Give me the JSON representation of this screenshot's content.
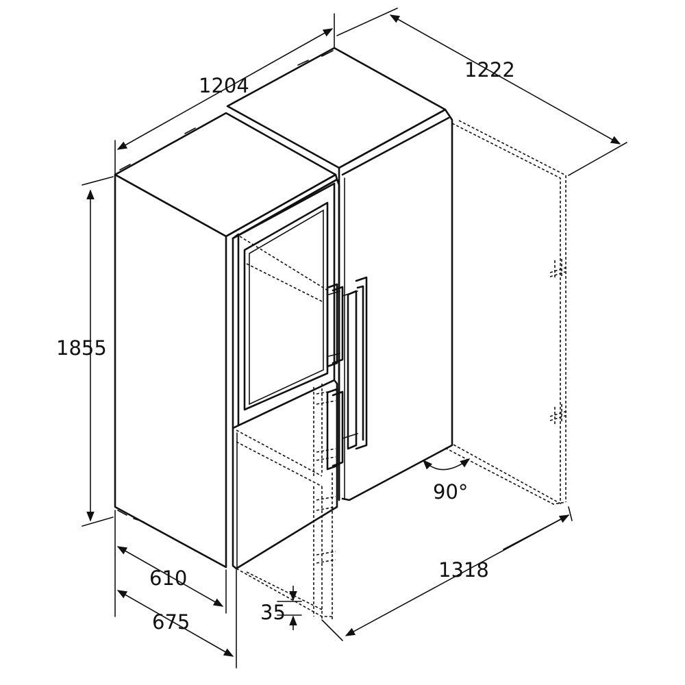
{
  "dimensions": {
    "combined_width": "1204",
    "door_open_width": "1222",
    "height": "1855",
    "depth": "610",
    "depth_with_handles": "675",
    "gap": "35",
    "total_depth_open": "1318",
    "door_angle": "90°"
  },
  "colors": {
    "line": "#111111",
    "background": "#ffffff"
  }
}
